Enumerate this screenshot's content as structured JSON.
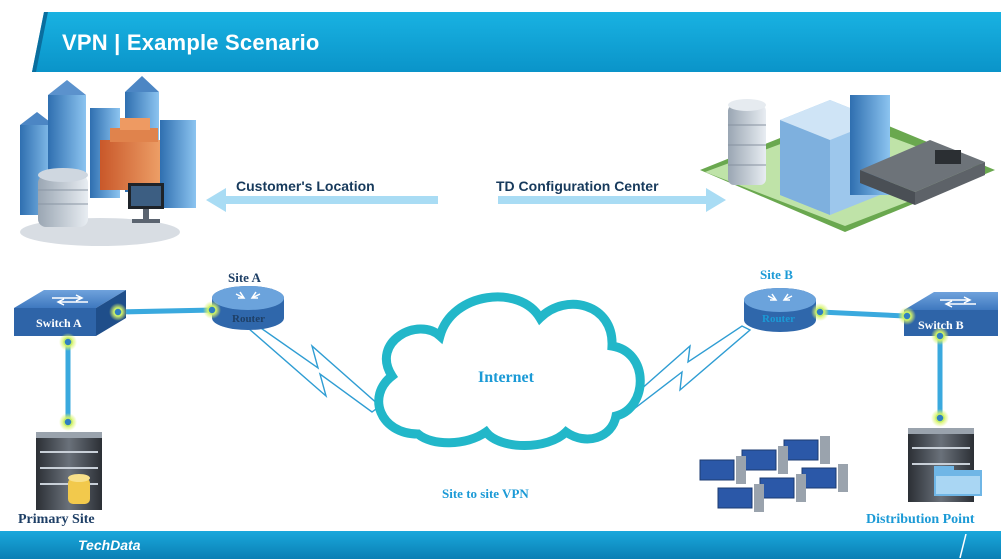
{
  "header": {
    "title": "VPN | Example Scenario"
  },
  "footer": {
    "logo": "TechData"
  },
  "arrows": {
    "customer": "Customer's Location",
    "td_center": "TD Configuration Center"
  },
  "site_a": {
    "site_label": "Site A",
    "router_label": "Router",
    "switch_label": "Switch A",
    "site_name": "Primary Site"
  },
  "site_b": {
    "site_label": "Site B",
    "router_label": "Router",
    "switch_label": "Switch B",
    "site_name": "Distribution Point"
  },
  "cloud": {
    "label": "Internet"
  },
  "vpn": {
    "label": "Site to site VPN"
  },
  "colors": {
    "brand": "#0a94c9",
    "link": "#3aa9de",
    "label_blue": "#1b9ad6",
    "label_dark": "#1e3f66"
  }
}
